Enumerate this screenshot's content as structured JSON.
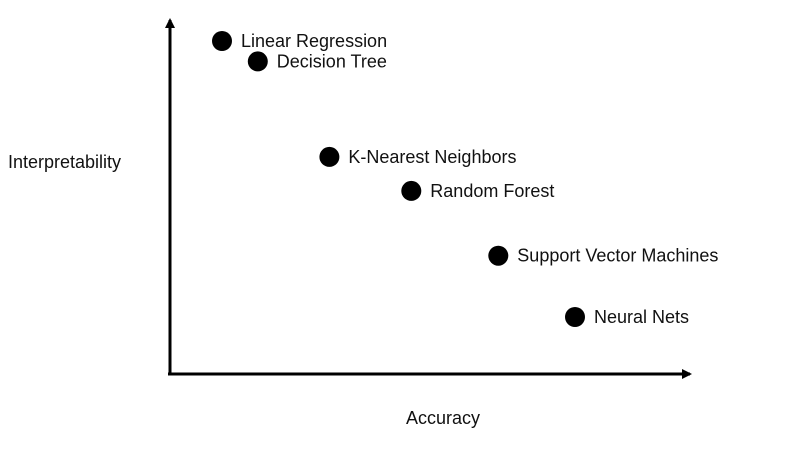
{
  "chart_data": {
    "type": "scatter",
    "title": "",
    "xlabel": "Accuracy",
    "ylabel": "Interpretability",
    "grid": false,
    "legend": "none",
    "axis_ticks": false,
    "colors": {
      "axis": "#000000",
      "point": "#000000",
      "text": "#111111"
    },
    "points": [
      {
        "label": "Linear Regression",
        "x": 1.0,
        "y": 9.5
      },
      {
        "label": "Decision Tree",
        "x": 1.7,
        "y": 8.9
      },
      {
        "label": "K-Nearest Neighbors",
        "x": 3.1,
        "y": 6.1
      },
      {
        "label": "Random Forest",
        "x": 4.7,
        "y": 5.1
      },
      {
        "label": "Support Vector Machines",
        "x": 6.4,
        "y": 3.2
      },
      {
        "label": "Neural Nets",
        "x": 7.9,
        "y": 1.4
      }
    ]
  }
}
